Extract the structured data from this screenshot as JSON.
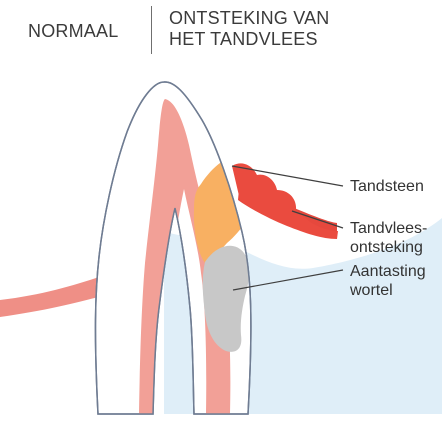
{
  "header": {
    "left_title": "NORMAAL",
    "right_title_line_1": "ONTSTEKING VAN",
    "right_title_line_2": "HET TANDVLEES"
  },
  "labels": {
    "tandsteen": "Tandsteen",
    "tandvlees_line_1": "Tandvlees-",
    "tandvlees_line_2": "ontsteking",
    "aantasting_line_1": "Aantasting",
    "aantasting_line_2": "wortel"
  },
  "icons": {
    "tooth": "tooth-icon",
    "gum": "gum-icon",
    "tartar": "tartar-icon",
    "inflammation": "inflamed-gum-icon",
    "root_damage": "root-damage-icon"
  },
  "colors": {
    "text": "#333333",
    "divider": "#6f6f6f",
    "gum_left": "#ef8f86",
    "gum_right": "#e6483d",
    "inflamed_gum": "#ea4b3f",
    "tartar": "#f8b062",
    "pulp": "#f2a097",
    "bone_background": "#dfeef8",
    "root_damage": "#c8c8c8",
    "outline": "#6f7c92"
  }
}
